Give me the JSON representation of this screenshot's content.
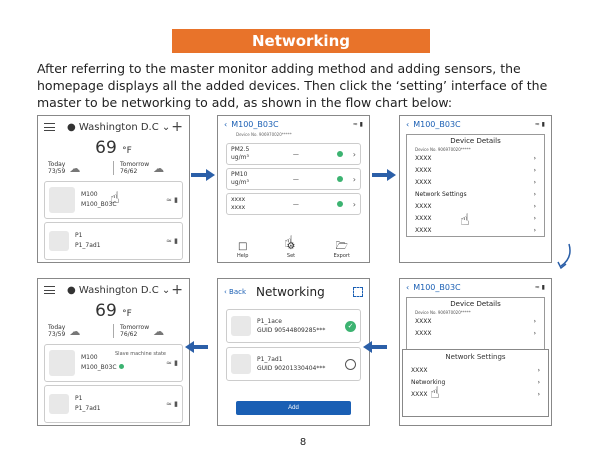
{
  "title": "Networking",
  "intro": "After referring to the master monitor adding method and adding sensors, the homepage displays all the added devices. Then click the ‘setting’ interface of the master to be networking to add, as shown in the flow chart below:",
  "home": {
    "location": "Washington D.C",
    "temp": "69",
    "unit": "°F",
    "today_label": "Today",
    "today_range": "73/59",
    "tomorrow_label": "Tomorrow",
    "tomorrow_range": "76/62",
    "master_name": "M100",
    "master_id": "M100_B03C",
    "sensor_name": "P1",
    "sensor_id": "P1_7ad1",
    "status_text": "Slave machine state"
  },
  "monitor": {
    "title": "M100_B03C",
    "device_no": "Device No. 906970020*****",
    "rows": [
      {
        "label": "PM2.5",
        "unit": "ug/m³",
        "value": "—"
      },
      {
        "label": "PM10",
        "unit": "ug/m³",
        "value": "—"
      },
      {
        "label": "xxxx",
        "unit": "xxxx",
        "value": "—"
      }
    ],
    "toolbar": [
      "Help",
      "Set",
      "Export"
    ]
  },
  "details": {
    "title": "M100_B03C",
    "panel_title": "Device Details",
    "device_no": "Device No. 906970020*****",
    "rows": [
      "XXXX",
      "XXXX",
      "XXXX",
      "Network Settings",
      "XXXX",
      "XXXX",
      "XXXX"
    ],
    "net_title": "Network Settings",
    "net_rows": [
      "XXXX",
      "Networking",
      "XXXX"
    ]
  },
  "networking": {
    "back": "Back",
    "title": "Networking",
    "devices": [
      {
        "name": "P1_1ace",
        "guid": "GUID 90544809285***"
      },
      {
        "name": "P1_7ad1",
        "guid": "GUID 90201330404***"
      }
    ],
    "add": "Add"
  },
  "page_number": "8"
}
